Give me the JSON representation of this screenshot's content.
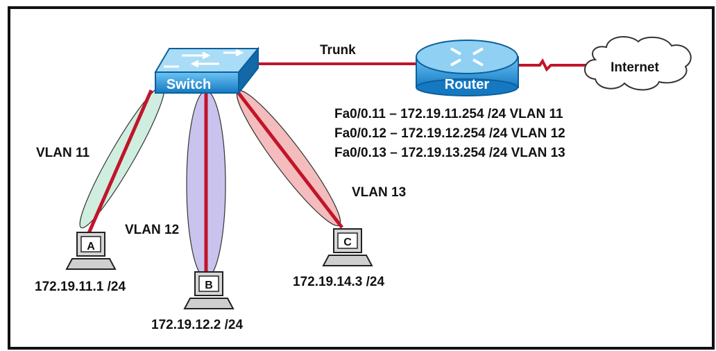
{
  "colors": {
    "link_red": "#c0152a",
    "vlan11_fill": "#cfeee0",
    "vlan12_fill": "#c9c3ee",
    "vlan13_fill": "#f4bcbc",
    "device_blue": "#1e8fd8",
    "frame": "#111111"
  },
  "devices": {
    "switch": {
      "label": "Switch",
      "icon": "switch-icon"
    },
    "router": {
      "label": "Router",
      "icon": "router-icon"
    },
    "cloud": {
      "label": "Internet",
      "icon": "cloud-icon"
    }
  },
  "trunk_label": "Trunk",
  "router_interfaces": [
    "Fa0/0.11 – 172.19.11.254 /24 VLAN 11",
    "Fa0/0.12 – 172.19.12.254 /24 VLAN 12",
    "Fa0/0.13 – 172.19.13.254 /24 VLAN 13"
  ],
  "vlans": [
    {
      "label": "VLAN 11"
    },
    {
      "label": "VLAN 12"
    },
    {
      "label": "VLAN 13"
    }
  ],
  "hosts": [
    {
      "id": "A",
      "address": "172.19.11.1 /24",
      "icon": "pc-icon"
    },
    {
      "id": "B",
      "address": "172.19.12.2 /24",
      "icon": "pc-icon"
    },
    {
      "id": "C",
      "address": "172.19.14.3 /24",
      "icon": "pc-icon"
    }
  ]
}
